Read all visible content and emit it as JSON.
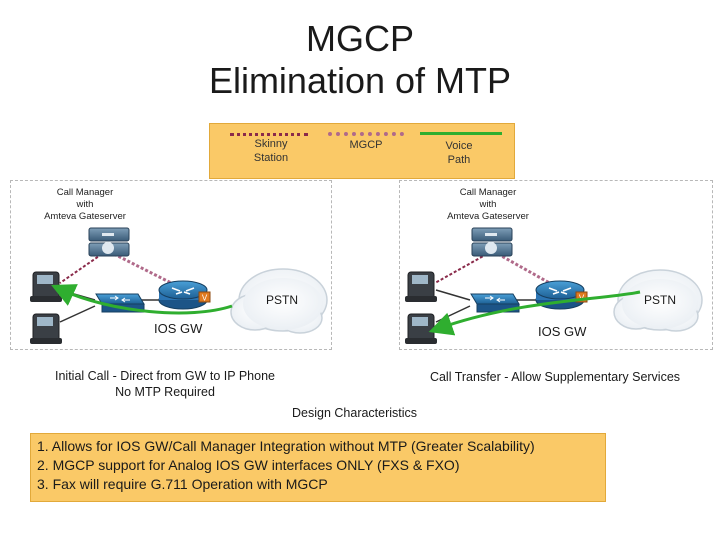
{
  "title": {
    "line1": "MGCP",
    "line2": "Elimination of MTP"
  },
  "legend": {
    "skinny": "Skinny Station",
    "mgcp": "MGCP",
    "voice": "Voice Path",
    "colors": {
      "skinny": "#8a2a4a",
      "mgcp": "#b06a8a",
      "voice": "#2fae2f",
      "box": "#fac967"
    }
  },
  "left_diagram": {
    "call_manager": {
      "line1": "Call Manager",
      "line2": "with",
      "line3": "Amteva Gateserver"
    },
    "pstn": "PSTN",
    "gateway": "IOS GW",
    "router_tag": "V",
    "caption": {
      "line1": "Initial Call - Direct from GW to IP Phone",
      "line2": "No MTP Required"
    }
  },
  "right_diagram": {
    "call_manager": {
      "line1": "Call Manager",
      "line2": "with",
      "line3": "Amteva Gateserver"
    },
    "pstn": "PSTN",
    "gateway": "IOS GW",
    "router_tag": "V",
    "caption": {
      "line1": "Call Transfer - Allow Supplementary Services"
    }
  },
  "design": {
    "heading": "Design Characteristics",
    "items": [
      "1. Allows for IOS GW/Call Manager Integration without MTP (Greater Scalability)",
      "2. MGCP support for Analog IOS GW interfaces ONLY (FXS & FXO)",
      "3. Fax will require G.711 Operation with MGCP"
    ]
  }
}
